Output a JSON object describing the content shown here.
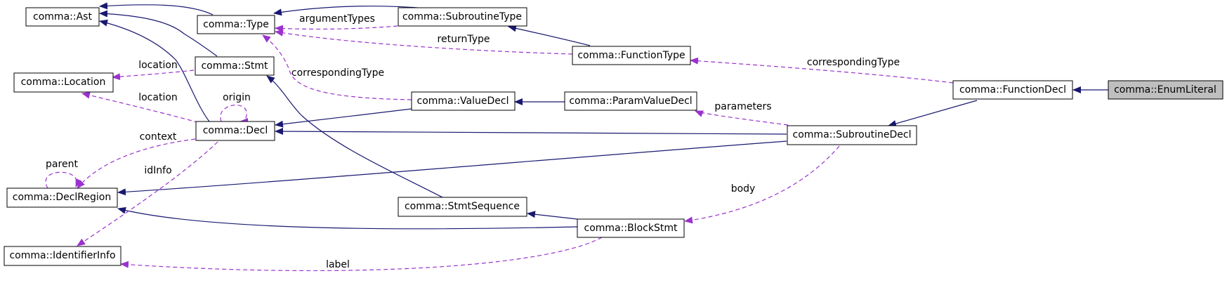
{
  "diagram": {
    "nodes": [
      {
        "id": "ast",
        "label": "comma::Ast"
      },
      {
        "id": "type",
        "label": "comma::Type"
      },
      {
        "id": "subroutinetype",
        "label": "comma::SubroutineType"
      },
      {
        "id": "stmt",
        "label": "comma::Stmt"
      },
      {
        "id": "location",
        "label": "comma::Location"
      },
      {
        "id": "functiontype",
        "label": "comma::FunctionType"
      },
      {
        "id": "valuedecl",
        "label": "comma::ValueDecl"
      },
      {
        "id": "paramvaluedecl",
        "label": "comma::ParamValueDecl"
      },
      {
        "id": "functiondecl",
        "label": "comma::FunctionDecl"
      },
      {
        "id": "enumliteral",
        "label": "comma::EnumLiteral"
      },
      {
        "id": "decl",
        "label": "comma::Decl"
      },
      {
        "id": "subroutinedecl",
        "label": "comma::SubroutineDecl"
      },
      {
        "id": "declregion",
        "label": "comma::DeclRegion"
      },
      {
        "id": "stmtsequence",
        "label": "comma::StmtSequence"
      },
      {
        "id": "blockstmt",
        "label": "comma::BlockStmt"
      },
      {
        "id": "identifierinfo",
        "label": "comma::IdentifierInfo"
      }
    ],
    "edge_labels": {
      "argumentTypes": "argumentTypes",
      "returnType": "returnType",
      "correspondingType1": "correspondingType",
      "correspondingType2": "correspondingType",
      "location1": "location",
      "location2": "location",
      "origin": "origin",
      "context": "context",
      "parent": "parent",
      "idInfo": "idInfo",
      "parameters": "parameters",
      "body": "body",
      "label": "label"
    },
    "colors": {
      "inheritance": "#191970",
      "usage": "#9a32cd",
      "focus_fill": "#bfbfbf"
    }
  }
}
